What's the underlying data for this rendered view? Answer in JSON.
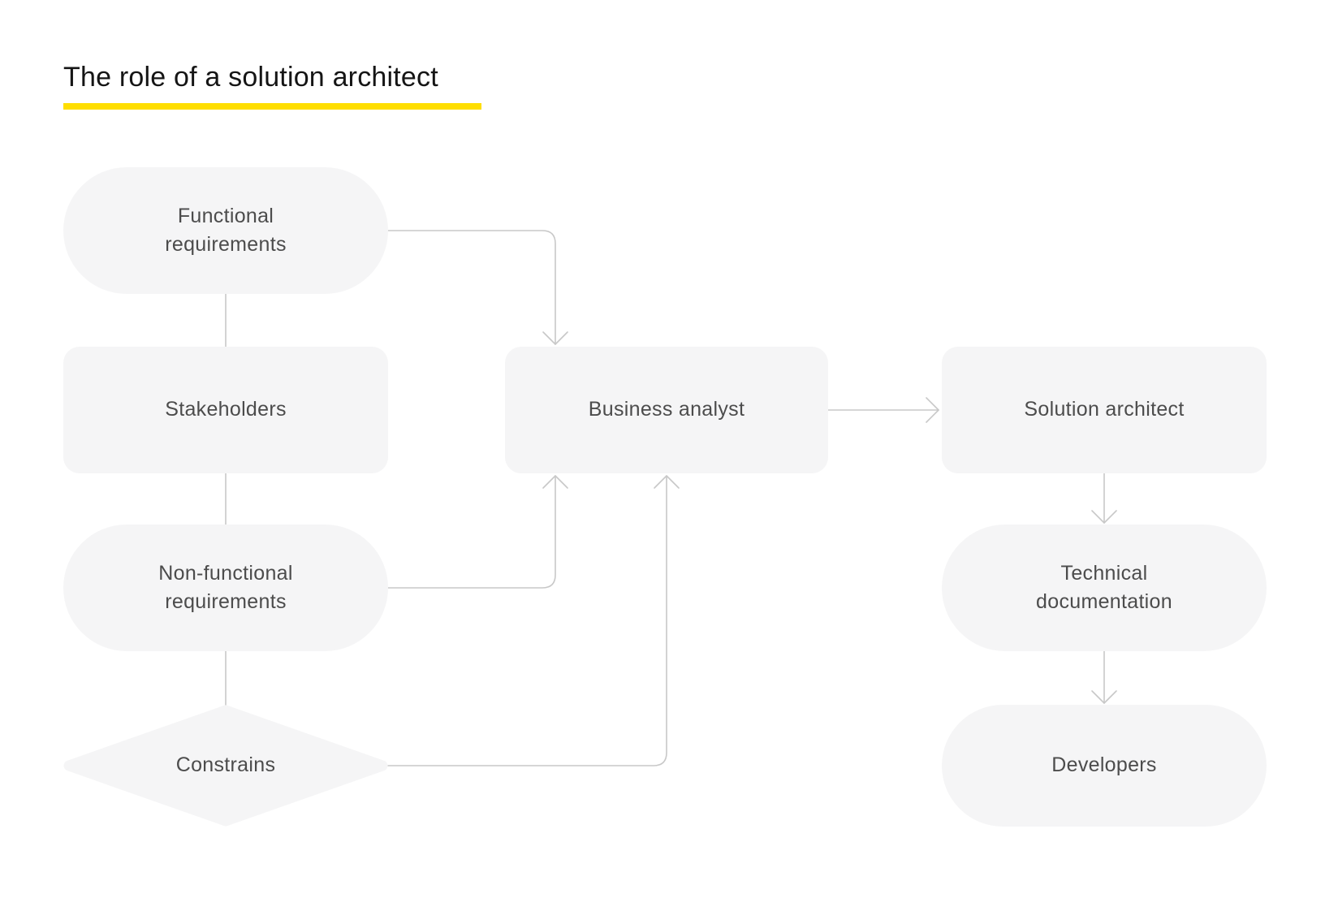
{
  "title": {
    "text": "The role of a solution architect"
  },
  "colors": {
    "background": "#FFFFFF",
    "accent_underline": "#FFDE00",
    "node_fill": "#F5F5F6",
    "node_text": "#4C4C4C",
    "title_text": "#151515",
    "connector": "#C8C8C8"
  },
  "nodes": [
    {
      "id": "functional-requirements",
      "label": "Functional requirements",
      "shape": "pill"
    },
    {
      "id": "stakeholders",
      "label": "Stakeholders",
      "shape": "rounded-rect"
    },
    {
      "id": "non-functional-requirements",
      "label": "Non-functional requirements",
      "shape": "pill"
    },
    {
      "id": "constrains",
      "label": "Constrains",
      "shape": "diamond"
    },
    {
      "id": "business-analyst",
      "label": "Business analyst",
      "shape": "rounded-rect"
    },
    {
      "id": "solution-architect",
      "label": "Solution architect",
      "shape": "rounded-rect"
    },
    {
      "id": "technical-documentation",
      "label": "Technical documentation",
      "shape": "pill"
    },
    {
      "id": "developers",
      "label": "Developers",
      "shape": "pill"
    }
  ],
  "edges": [
    {
      "from": "functional-requirements",
      "to": "stakeholders",
      "arrow": false
    },
    {
      "from": "stakeholders",
      "to": "non-functional-requirements",
      "arrow": false
    },
    {
      "from": "non-functional-requirements",
      "to": "constrains",
      "arrow": false
    },
    {
      "from": "functional-requirements",
      "to": "business-analyst",
      "arrow": true
    },
    {
      "from": "non-functional-requirements",
      "to": "business-analyst",
      "arrow": true
    },
    {
      "from": "constrains",
      "to": "business-analyst",
      "arrow": true
    },
    {
      "from": "business-analyst",
      "to": "solution-architect",
      "arrow": true
    },
    {
      "from": "solution-architect",
      "to": "technical-documentation",
      "arrow": true
    },
    {
      "from": "technical-documentation",
      "to": "developers",
      "arrow": true
    }
  ]
}
